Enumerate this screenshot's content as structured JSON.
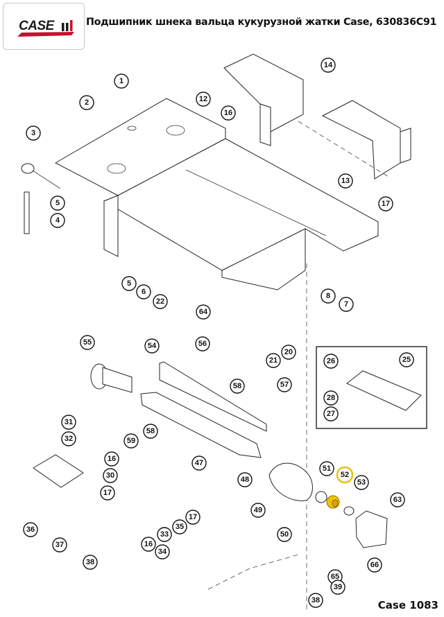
{
  "header": {
    "logo_text": "CASE",
    "title": "Подшипник шнека вальца кукурузной жатки Case, 630836C91"
  },
  "footer": {
    "model": "Case 1083"
  },
  "colors": {
    "brand_red": "#c8102e",
    "highlight": "#f2c200",
    "highlight_ring": "#e8c21a"
  },
  "callouts": [
    {
      "id": "c1",
      "label": "1"
    },
    {
      "id": "c2",
      "label": "2"
    },
    {
      "id": "c3",
      "label": "3"
    },
    {
      "id": "c4",
      "label": "4"
    },
    {
      "id": "c5a",
      "label": "5"
    },
    {
      "id": "c12",
      "label": "12"
    },
    {
      "id": "c16a",
      "label": "16"
    },
    {
      "id": "c14",
      "label": "14"
    },
    {
      "id": "c13",
      "label": "13"
    },
    {
      "id": "c17a",
      "label": "17"
    },
    {
      "id": "c5b",
      "label": "5"
    },
    {
      "id": "c6",
      "label": "6"
    },
    {
      "id": "c22",
      "label": "22"
    },
    {
      "id": "c64",
      "label": "64"
    },
    {
      "id": "c8",
      "label": "8"
    },
    {
      "id": "c7",
      "label": "7"
    },
    {
      "id": "c20",
      "label": "20"
    },
    {
      "id": "c21",
      "label": "21"
    },
    {
      "id": "c55",
      "label": "55"
    },
    {
      "id": "c54",
      "label": "54"
    },
    {
      "id": "c56",
      "label": "56"
    },
    {
      "id": "c58a",
      "label": "58"
    },
    {
      "id": "c57",
      "label": "57"
    },
    {
      "id": "c59",
      "label": "59"
    },
    {
      "id": "c58b",
      "label": "58"
    },
    {
      "id": "c47",
      "label": "47"
    },
    {
      "id": "c26",
      "label": "26"
    },
    {
      "id": "c25",
      "label": "25"
    },
    {
      "id": "c28",
      "label": "28"
    },
    {
      "id": "c27",
      "label": "27"
    },
    {
      "id": "c31",
      "label": "31"
    },
    {
      "id": "c32",
      "label": "32"
    },
    {
      "id": "c16b",
      "label": "16"
    },
    {
      "id": "c30",
      "label": "30"
    },
    {
      "id": "c17b",
      "label": "17"
    },
    {
      "id": "c36",
      "label": "36"
    },
    {
      "id": "c37",
      "label": "37"
    },
    {
      "id": "c38a",
      "label": "38"
    },
    {
      "id": "c17c",
      "label": "17"
    },
    {
      "id": "c35",
      "label": "35"
    },
    {
      "id": "c33",
      "label": "33"
    },
    {
      "id": "c16c",
      "label": "16"
    },
    {
      "id": "c34",
      "label": "34"
    },
    {
      "id": "c48",
      "label": "48"
    },
    {
      "id": "c51",
      "label": "51"
    },
    {
      "id": "c52",
      "label": "52",
      "highlighted": true
    },
    {
      "id": "c53",
      "label": "53"
    },
    {
      "id": "c63",
      "label": "63"
    },
    {
      "id": "c49",
      "label": "49"
    },
    {
      "id": "c50",
      "label": "50"
    },
    {
      "id": "c65",
      "label": "65"
    },
    {
      "id": "c66",
      "label": "66"
    },
    {
      "id": "c39",
      "label": "39"
    },
    {
      "id": "c38b",
      "label": "38"
    }
  ]
}
